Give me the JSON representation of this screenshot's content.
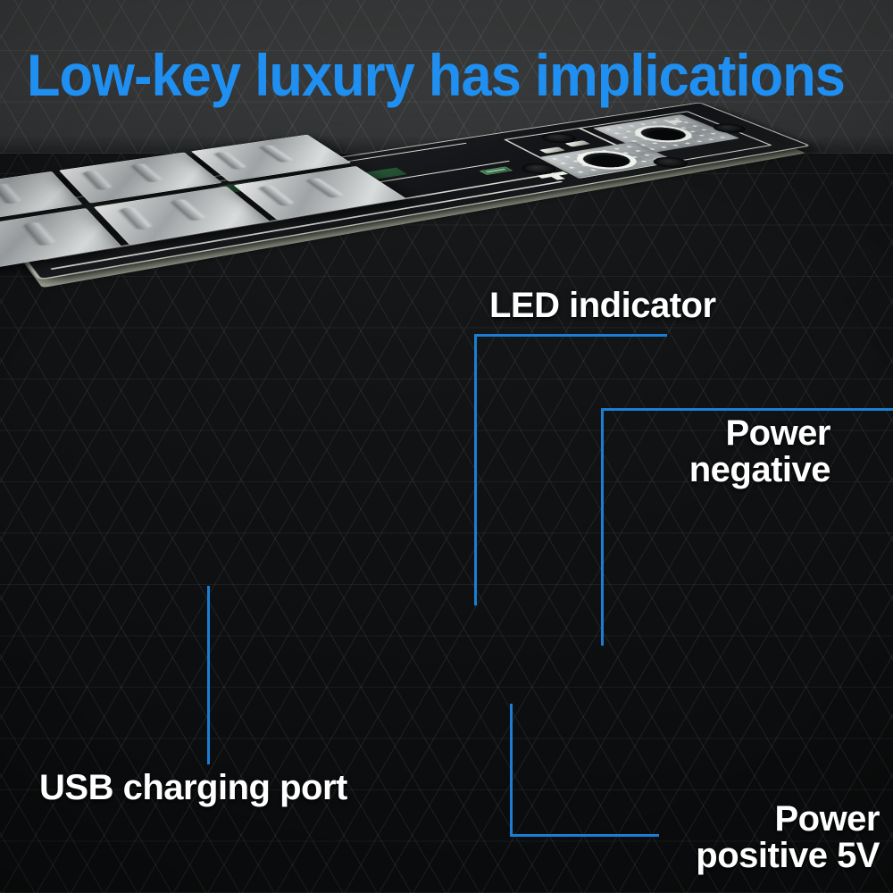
{
  "banner": {
    "title": "Low-key luxury has implications",
    "title_color": "#1f90f2"
  },
  "theme": {
    "leader_line_color": "#1a7fd4",
    "label_color": "#ffffff",
    "background_top": "#3a3c3d",
    "background_bottom": "#0e1011",
    "pattern": "hexagon-mesh"
  },
  "product": {
    "name": "multi-port USB charging hub PCB",
    "usb_port_count": 6,
    "pcb_color": "#16181b",
    "terminal_marking": "+"
  },
  "callouts": [
    {
      "id": "led-indicator",
      "label": "LED indicator",
      "lines": [
        "LED indicator"
      ]
    },
    {
      "id": "power-negative",
      "label": "Power negative",
      "lines": [
        "Power",
        "negative"
      ]
    },
    {
      "id": "usb-charging-port",
      "label": "USB charging port",
      "lines": [
        "USB charging port"
      ]
    },
    {
      "id": "power-positive",
      "label": "Power positive 5V",
      "lines": [
        "Power",
        "positive 5V"
      ]
    }
  ],
  "callout_text": {
    "led": "LED indicator",
    "negative": "Power\nnegative",
    "usb": "USB charging port",
    "positive": "Power\npositive 5V"
  }
}
